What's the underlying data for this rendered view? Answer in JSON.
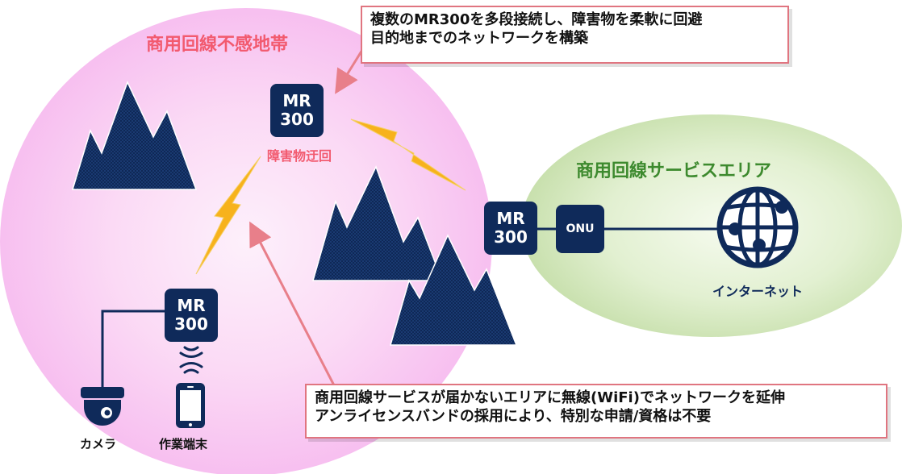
{
  "zones": {
    "no_service": {
      "title": "商用回線不感地帯",
      "color": "#f25a6f"
    },
    "service": {
      "title": "商用回線サービスエリア",
      "color": "#3d8a2e"
    }
  },
  "nodes": {
    "mr_top": {
      "line1": "MR",
      "line2": "300"
    },
    "mr_bottom": {
      "line1": "MR",
      "line2": "300"
    },
    "mr_right": {
      "line1": "MR",
      "line2": "300"
    },
    "onu": {
      "label": "ONU"
    }
  },
  "labels": {
    "detour": "障害物迂回",
    "internet": "インターネット",
    "camera": "カメラ",
    "terminal": "作業端末"
  },
  "callouts": {
    "top": {
      "line1": "複数のMR300を多段接続し、障害物を柔軟に回避",
      "line2": "目的地までのネットワークを構築"
    },
    "bottom": {
      "line1": "商用回線サービスが届かないエリアに無線(WiFi)でネットワークを延伸",
      "line2": "アンライセンスバンドの採用により、特別な申請/資格は不要"
    }
  },
  "icons": [
    "mountain-icon",
    "lightning-icon",
    "globe-icon",
    "camera-icon",
    "smartphone-icon",
    "wifi-icon"
  ],
  "colors": {
    "navy": "#0f2a5a",
    "pink_zone": "#fbd3f3",
    "green_zone": "#d9ebc4",
    "callout_border": "#e07580",
    "arrow": "#e87f8a",
    "lightning": "#f7b21c"
  }
}
